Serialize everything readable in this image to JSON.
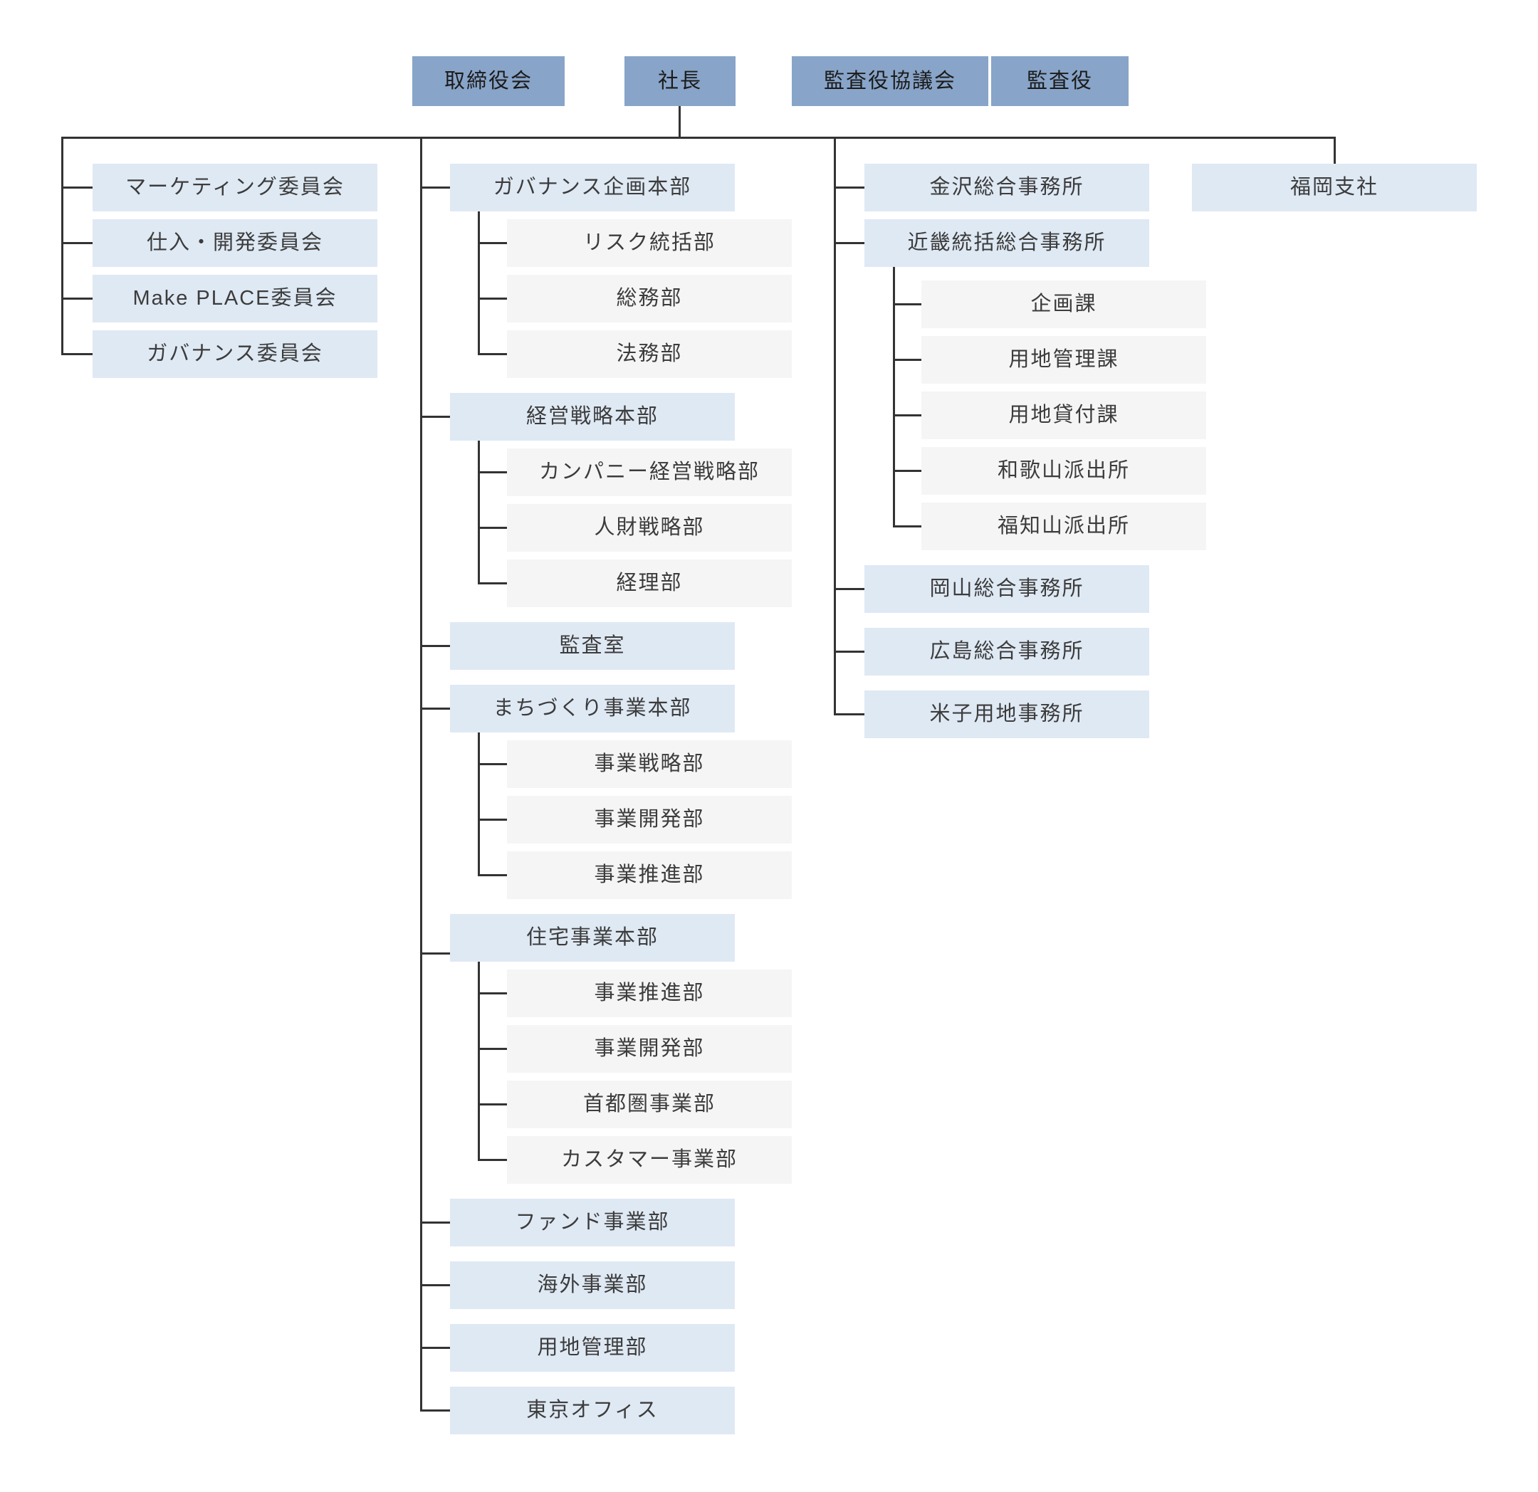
{
  "colors": {
    "top_box": "#88A4C8",
    "parent_box": "#DFE9F4",
    "child_box": "#F5F5F6",
    "connector_line": "#333333",
    "text": "#3c3c3c"
  },
  "org": {
    "top": {
      "board": "取締役会",
      "president": "社長",
      "audit_council": "監査役協議会",
      "auditor": "監査役"
    },
    "committees": [
      "マーケティング委員会",
      "仕入・開発委員会",
      "Make PLACE委員会",
      "ガバナンス委員会"
    ],
    "head_office": [
      {
        "label": "ガバナンス企画本部",
        "children": [
          "リスク統括部",
          "総務部",
          "法務部"
        ]
      },
      {
        "label": "経営戦略本部",
        "children": [
          "カンパニー経営戦略部",
          "人財戦略部",
          "経理部"
        ]
      },
      {
        "label": "監査室",
        "children": []
      },
      {
        "label": "まちづくり事業本部",
        "children": [
          "事業戦略部",
          "事業開発部",
          "事業推進部"
        ]
      },
      {
        "label": "住宅事業本部",
        "children": [
          "事業推進部",
          "事業開発部",
          "首都圏事業部",
          "カスタマー事業部"
        ]
      },
      {
        "label": "ファンド事業部",
        "children": []
      },
      {
        "label": "海外事業部",
        "children": []
      },
      {
        "label": "用地管理部",
        "children": []
      },
      {
        "label": "東京オフィス",
        "children": []
      }
    ],
    "regional": [
      {
        "label": "金沢総合事務所",
        "children": []
      },
      {
        "label": "近畿統括総合事務所",
        "children": [
          "企画課",
          "用地管理課",
          "用地貸付課",
          "和歌山派出所",
          "福知山派出所"
        ]
      },
      {
        "label": "岡山総合事務所",
        "children": []
      },
      {
        "label": "広島総合事務所",
        "children": []
      },
      {
        "label": "米子用地事務所",
        "children": []
      }
    ],
    "branch_office": "福岡支社"
  }
}
